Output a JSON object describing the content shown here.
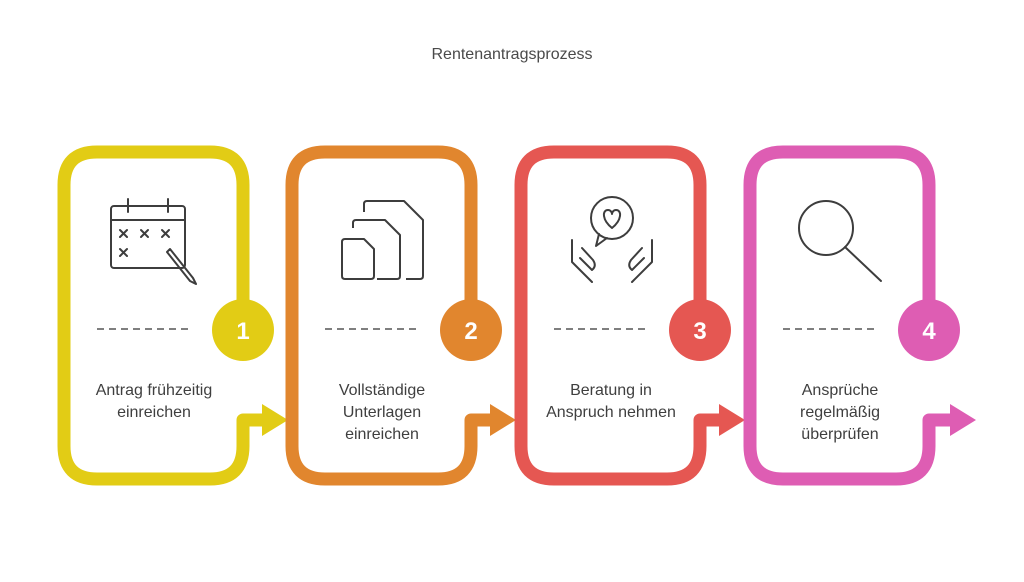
{
  "title": "Rentenantragsprozess",
  "steps": [
    {
      "number": "1",
      "label": "Antrag frühzeitig einreichen",
      "icon": "calendar-pencil-icon",
      "color": "#E2CC15"
    },
    {
      "number": "2",
      "label": "Vollständige Unterlagen einreichen",
      "icon": "documents-icon",
      "color": "#E1862E"
    },
    {
      "number": "3",
      "label": "Beratung in Anspruch nehmen",
      "icon": "heart-hands-icon",
      "color": "#E55752"
    },
    {
      "number": "4",
      "label": "Ansprüche regelmäßig überprüfen",
      "icon": "magnifier-icon",
      "color": "#DE5DB3"
    }
  ]
}
